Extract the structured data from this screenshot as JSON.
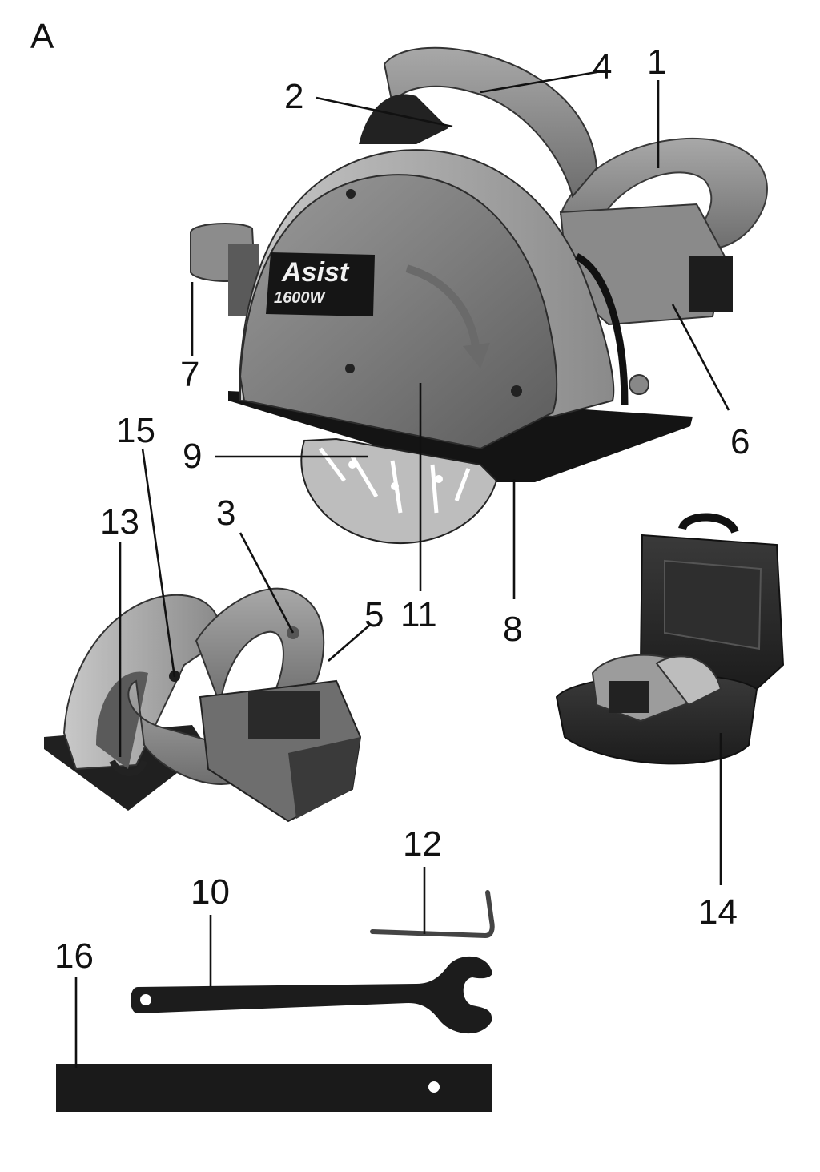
{
  "figure": {
    "section_label": "A",
    "brand": {
      "logo_text": "Asist",
      "power_text": "1600W"
    },
    "callouts": {
      "c1": "1",
      "c2": "2",
      "c3": "3",
      "c4": "4",
      "c5": "5",
      "c6": "6",
      "c7": "7",
      "c8": "8",
      "c9": "9",
      "c10": "10",
      "c11": "11",
      "c12": "12",
      "c13": "13",
      "c14": "14",
      "c15": "15",
      "c16": "16"
    }
  }
}
